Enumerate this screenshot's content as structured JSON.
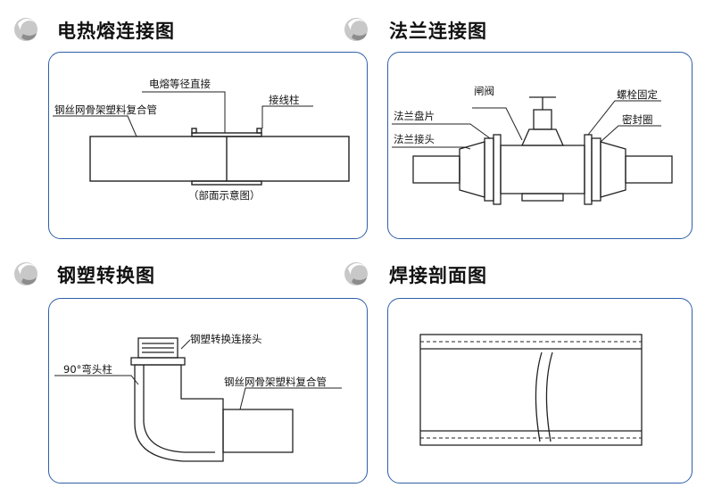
{
  "sections": [
    {
      "title": "电热熔连接图",
      "labels": {
        "electrofusion": "电熔等径直接",
        "terminal": "接线柱",
        "pipe": "钢丝网骨架塑料复合管",
        "caption": "（部面示意图）"
      }
    },
    {
      "title": "法兰连接图",
      "labels": {
        "gate": "闸阀",
        "bolt": "螺栓固定",
        "disc": "法兰盘片",
        "seal": "密封圈",
        "joint": "法兰接头"
      }
    },
    {
      "title": "钢塑转换图",
      "labels": {
        "adapter": "钢塑转换连接头",
        "elbow": "90°弯头柱",
        "pipe": "钢丝网骨架塑料复合管"
      }
    },
    {
      "title": "焊接剖面图",
      "labels": {}
    }
  ]
}
